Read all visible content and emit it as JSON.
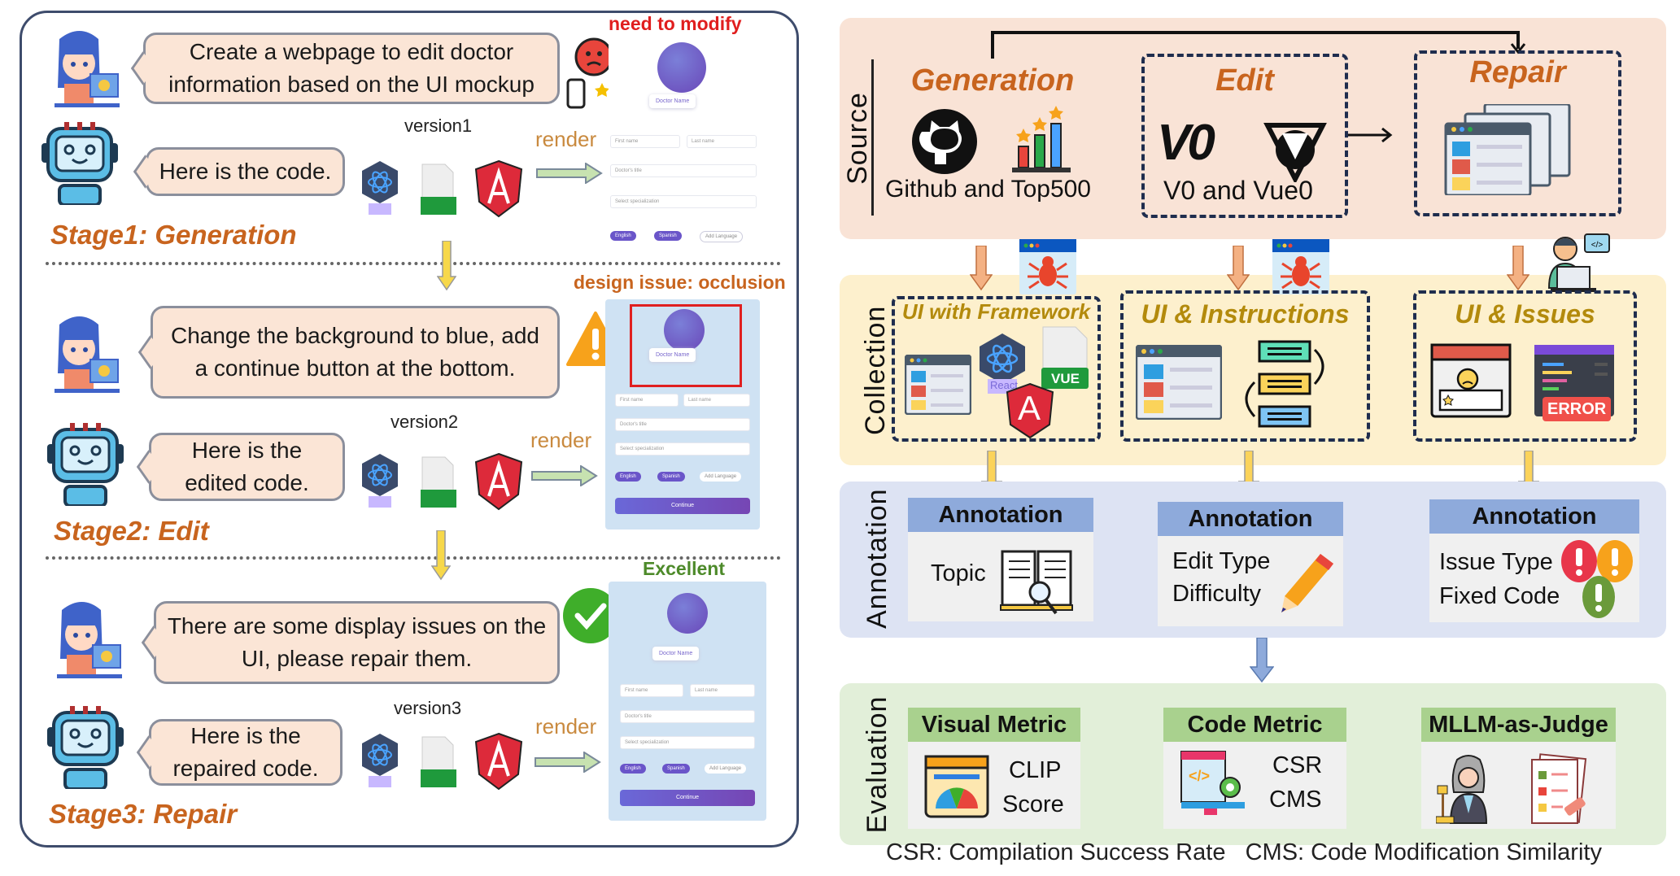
{
  "left": {
    "stages": [
      {
        "label": "Stage1: Generation",
        "user_msg": [
          "Create a webpage to edit doctor",
          "information based on the UI mockup"
        ],
        "bot_msg": [
          "Here is the code."
        ],
        "version": "version1",
        "render": "render",
        "feedback": "need to modify",
        "feedback_color": "#e01e1e"
      },
      {
        "label": "Stage2: Edit",
        "user_msg": [
          "Change the background to blue, add",
          "a continue button at the bottom."
        ],
        "bot_msg": [
          "Here is the",
          "edited code."
        ],
        "version": "version2",
        "render": "render",
        "feedback": "design issue: occlusion",
        "feedback_color": "#c8641e"
      },
      {
        "label": "Stage3: Repair",
        "user_msg": [
          "There are some display issues on the",
          "UI, please repair them."
        ],
        "bot_msg": [
          "Here is the",
          "repaired code."
        ],
        "version": "version3",
        "render": "render",
        "feedback": "Excellent",
        "feedback_color": "#4d8a2a"
      }
    ],
    "frameworks": {
      "react": "React",
      "vue": "VUE",
      "angular": "A"
    },
    "mockup": {
      "doctor_name": "Doctor Name",
      "first_name": "First name",
      "last_name": "Last name",
      "title": "Doctor's title",
      "specialization": "Select specialization",
      "lang1": "English",
      "lang2": "Spanish",
      "add_lang": "Add Language",
      "continue": "Continue"
    }
  },
  "right": {
    "source": {
      "label": "Source",
      "generation": {
        "title": "Generation",
        "caption": "Github and Top500"
      },
      "edit": {
        "title": "Edit",
        "caption": "V0 and Vue0",
        "logo1": "V0"
      },
      "repair": {
        "title": "Repair"
      }
    },
    "collection": {
      "label": "Collection",
      "boxes": [
        {
          "title": "UI with Framework",
          "react": "React",
          "vue": "VUE",
          "angular": "A"
        },
        {
          "title": "UI & Instructions"
        },
        {
          "title": "UI & Issues",
          "error": "ERROR"
        }
      ]
    },
    "annotation": {
      "label": "Annotation",
      "cards": [
        {
          "header": "Annotation",
          "lines": [
            "Topic"
          ]
        },
        {
          "header": "Annotation",
          "lines": [
            "Edit Type",
            "Difficulty"
          ]
        },
        {
          "header": "Annotation",
          "lines": [
            "Issue Type",
            "Fixed Code"
          ]
        }
      ]
    },
    "evaluation": {
      "label": "Evaluation",
      "cards": [
        {
          "header": "Visual Metric",
          "lines": [
            "CLIP",
            "Score"
          ]
        },
        {
          "header": "Code Metric",
          "lines": [
            "CSR",
            "CMS"
          ]
        },
        {
          "header": "MLLM-as-Judge",
          "lines": []
        }
      ]
    },
    "footnote": "CSR: Compilation Success Rate   CMS: Code Modification Similarity"
  },
  "colors": {
    "stage_orange": "#c8641e",
    "source_bg": "#f9e3d6",
    "collection_bg": "#fdf0cd",
    "annotation_bg": "#dde3f3",
    "annotation_header": "#8eaadb",
    "evaluation_bg": "#e2efd9",
    "evaluation_header": "#a9d18e",
    "bubble_bg": "#fbe5d6"
  }
}
